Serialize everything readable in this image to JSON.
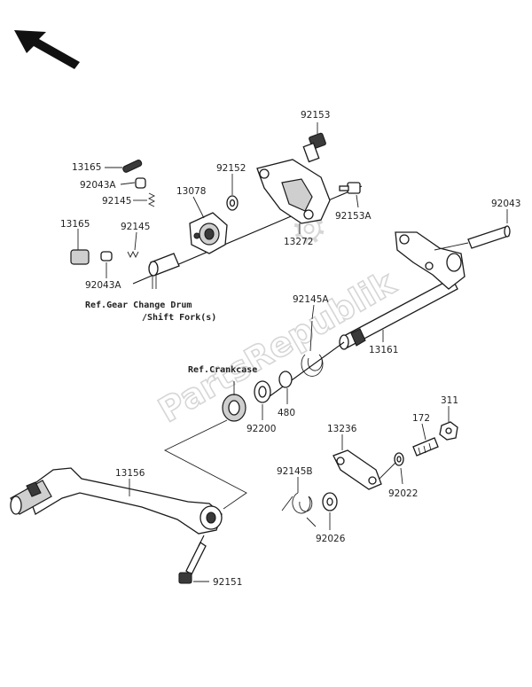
{
  "watermark": "PartsRepublik",
  "part_numbers": {
    "p92153": "92153",
    "p13165_top": "13165",
    "p92152": "92152",
    "p13078": "13078",
    "p92043A_top": "92043A",
    "p92145_top": "92145",
    "p13165_mid": "13165",
    "p92145_mid": "92145",
    "p92043A_bot": "92043A",
    "p13272": "13272",
    "p92153A": "92153A",
    "p92043": "92043",
    "p92145A": "92145A",
    "p13161": "13161",
    "p480": "480",
    "p92200": "92200",
    "p311": "311",
    "p172": "172",
    "p13236": "13236",
    "p92145B": "92145B",
    "p92022": "92022",
    "p92026": "92026",
    "p13156": "13156",
    "p92151": "92151"
  },
  "references": {
    "gear_change_line1": "Ref.Gear Change Drum",
    "gear_change_line2": "/Shift Fork(s)",
    "crankcase": "Ref.Crankcase"
  },
  "icons": {
    "direction": "front-direction-arrow-icon",
    "watermark_gear": "gear-icon"
  }
}
